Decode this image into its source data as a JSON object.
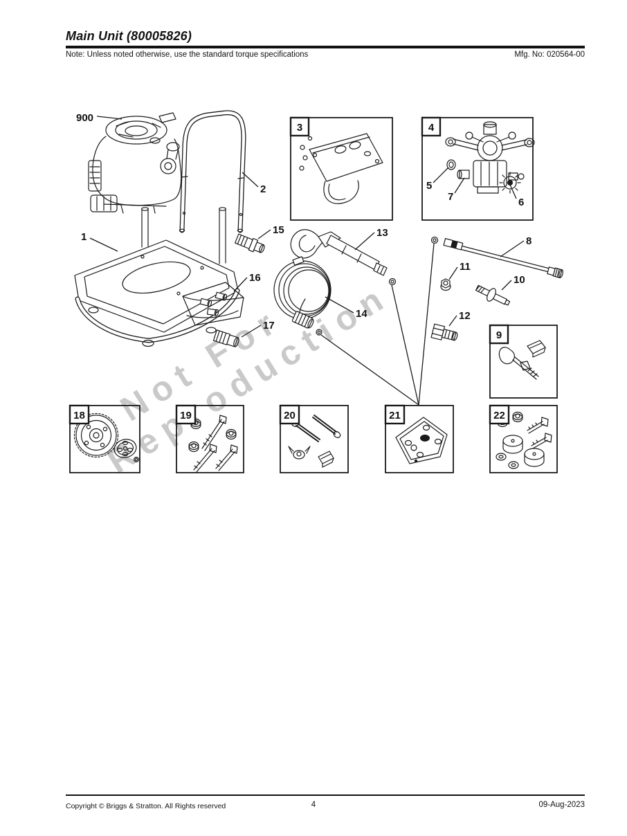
{
  "header": {
    "title": "Main Unit (80005826)",
    "note": "Note: Unless noted otherwise, use the standard torque specifications",
    "mfg_no": "Mfg. No: 020564-00"
  },
  "watermark": {
    "line1": "Not For",
    "line2": "Reproduction"
  },
  "diagram": {
    "callouts": {
      "900": "900",
      "1": "1",
      "2": "2",
      "5": "5",
      "6": "6",
      "7": "7",
      "8": "8",
      "10": "10",
      "11": "11",
      "12": "12",
      "13": "13",
      "14": "14",
      "15": "15",
      "16": "16",
      "17": "17"
    },
    "boxes": {
      "3": "3",
      "4": "4",
      "9": "9",
      "18": "18",
      "19": "19",
      "20": "20",
      "21": "21",
      "22": "22"
    }
  },
  "footer": {
    "copyright": "Copyright © Briggs & Stratton. All Rights reserved",
    "page_number": "4",
    "date": "09-Aug-2023"
  },
  "colors": {
    "ink": "#1a1a1a",
    "watermark_gray": "#c9c9c9"
  }
}
